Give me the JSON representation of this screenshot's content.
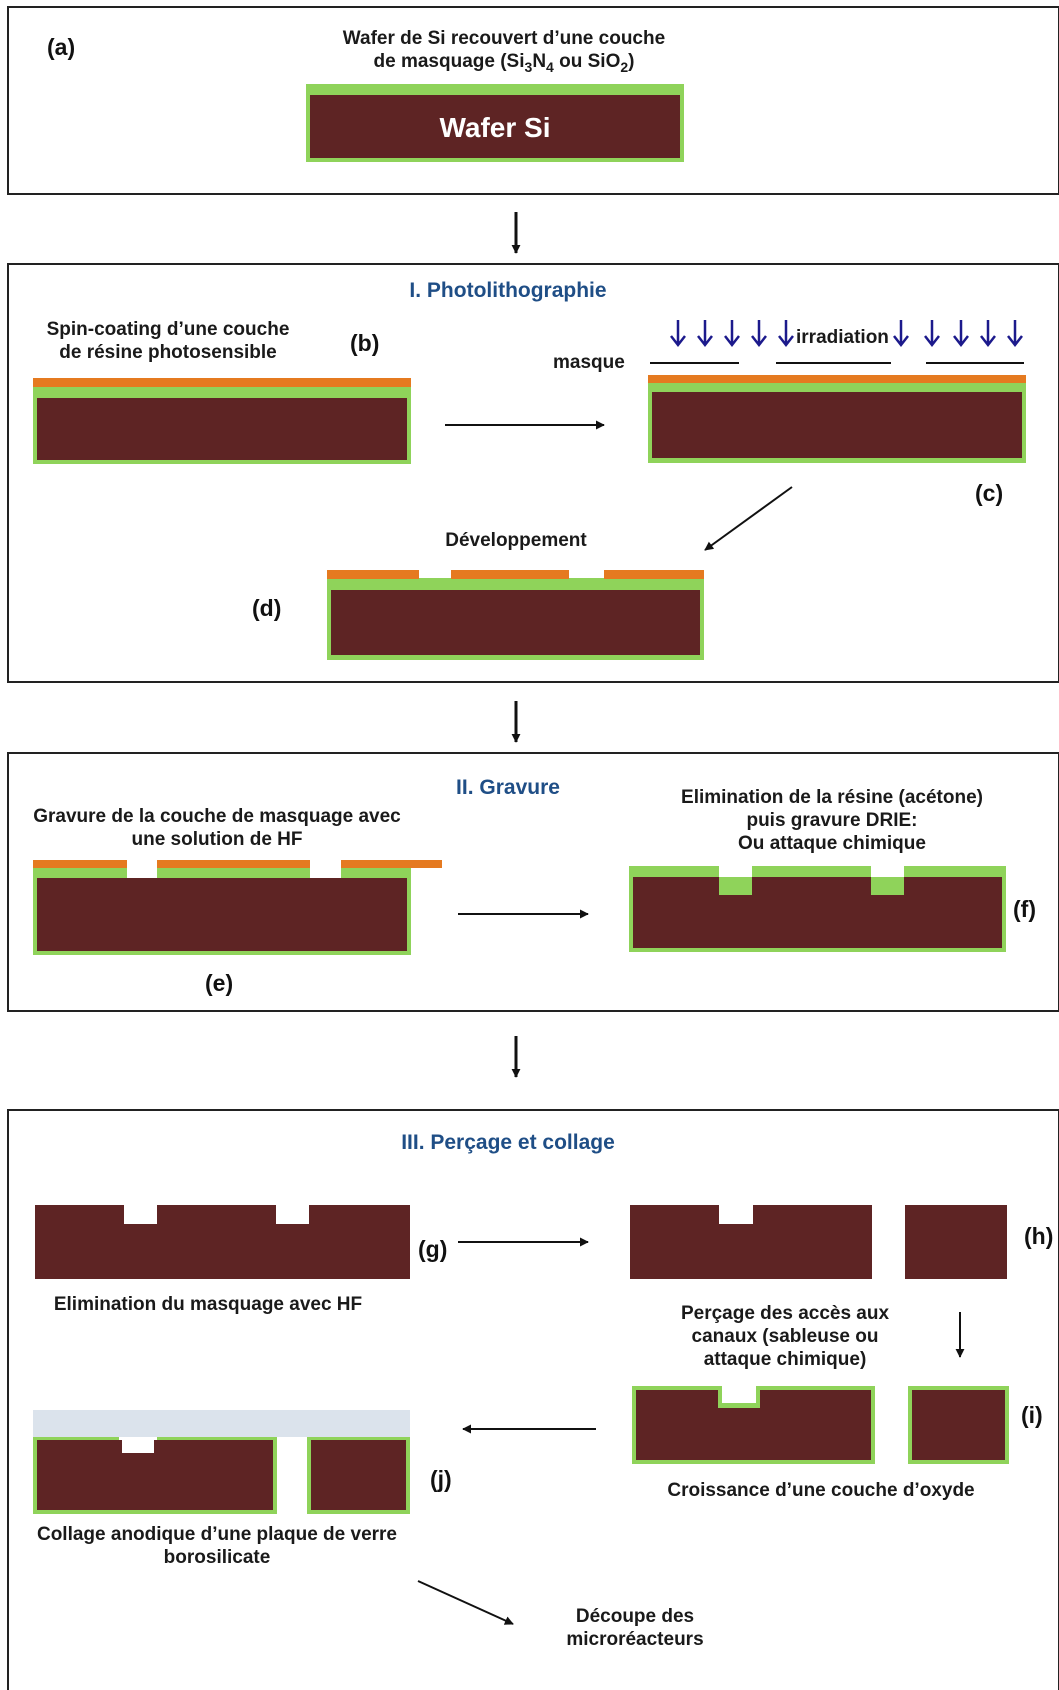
{
  "colors": {
    "silicon": "#5e2424",
    "mask_layer": "#8fd35a",
    "resist": "#e57a20",
    "glass": "#dbe3ec",
    "irradiation_arrows": "#1c1a8c",
    "section_title": "#1f4e86"
  },
  "panel_a": {
    "label": "(a)",
    "caption_line1": "Wafer de Si recouvert d’une couche",
    "caption_line2": "de masquage (Si",
    "sub3": "3",
    "cap_N": "N",
    "sub4": "4",
    "cap_or": " ou SiO",
    "sub2": "2",
    "cap_close": ")",
    "wafer_text": "Wafer Si"
  },
  "section1": {
    "title": "I. Photolithographie",
    "b_label": "(b)",
    "b_caption_line1": "Spin-coating d’une couche",
    "b_caption_line2": "de résine photosensible",
    "masque": "masque",
    "irradiation": "irradiation",
    "c_label": "(c)",
    "d_caption": "Développement",
    "d_label": "(d)"
  },
  "section2": {
    "title": "II. Gravure",
    "e_caption_line1": "Gravure de la couche de masquage avec",
    "e_caption_line2": "une solution de HF",
    "e_label": "(e)",
    "f_caption_line1": "Elimination de la résine (acétone)",
    "f_caption_line2": "puis gravure DRIE:",
    "f_caption_line3": "Ou attaque chimique",
    "f_label": "(f)"
  },
  "section3": {
    "title": "III. Perçage et collage",
    "g_label": "(g)",
    "g_caption": "Elimination du masquage avec HF",
    "h_label": "(h)",
    "h_caption_line1": "Perçage des accès aux",
    "h_caption_line2": "canaux (sableuse ou",
    "h_caption_line3": "attaque chimique)",
    "i_label": "(i)",
    "i_caption": "Croissance d’une  couche d’oxyde",
    "j_label": "(j)",
    "j_caption_line1": "Collage anodique d’une plaque de verre",
    "j_caption_line2": "borosilicate",
    "final_line1": "Découpe des",
    "final_line2": "microréacteurs"
  }
}
